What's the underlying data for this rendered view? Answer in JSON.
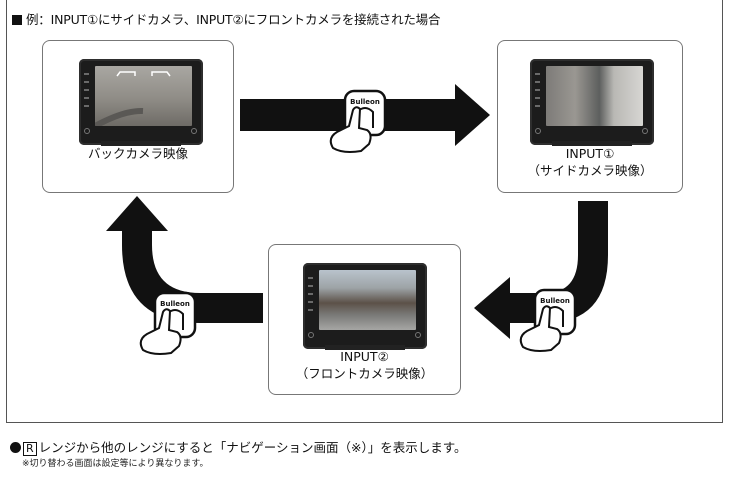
{
  "heading": "例：INPUT①にサイドカメラ、INPUT②にフロントカメラを接続された場合",
  "cards": {
    "back": {
      "label": "バックカメラ映像"
    },
    "input1": {
      "line1": "INPUT①",
      "line2": "（サイドカメラ映像）"
    },
    "input2": {
      "line1": "INPUT②",
      "line2": "（フロントカメラ映像）"
    }
  },
  "button_icon": {
    "brand": "Bulleon",
    "name": "hand-press-button-icon"
  },
  "notes": {
    "line1_key": "R",
    "line1": "レンジから他のレンジにすると「ナビゲーション画面（※）」を表示します。",
    "line2": "※切り替わる画面は設定等により異なります。"
  },
  "colors": {
    "arrow": "#111111",
    "border": "#777777",
    "text": "#111111"
  }
}
